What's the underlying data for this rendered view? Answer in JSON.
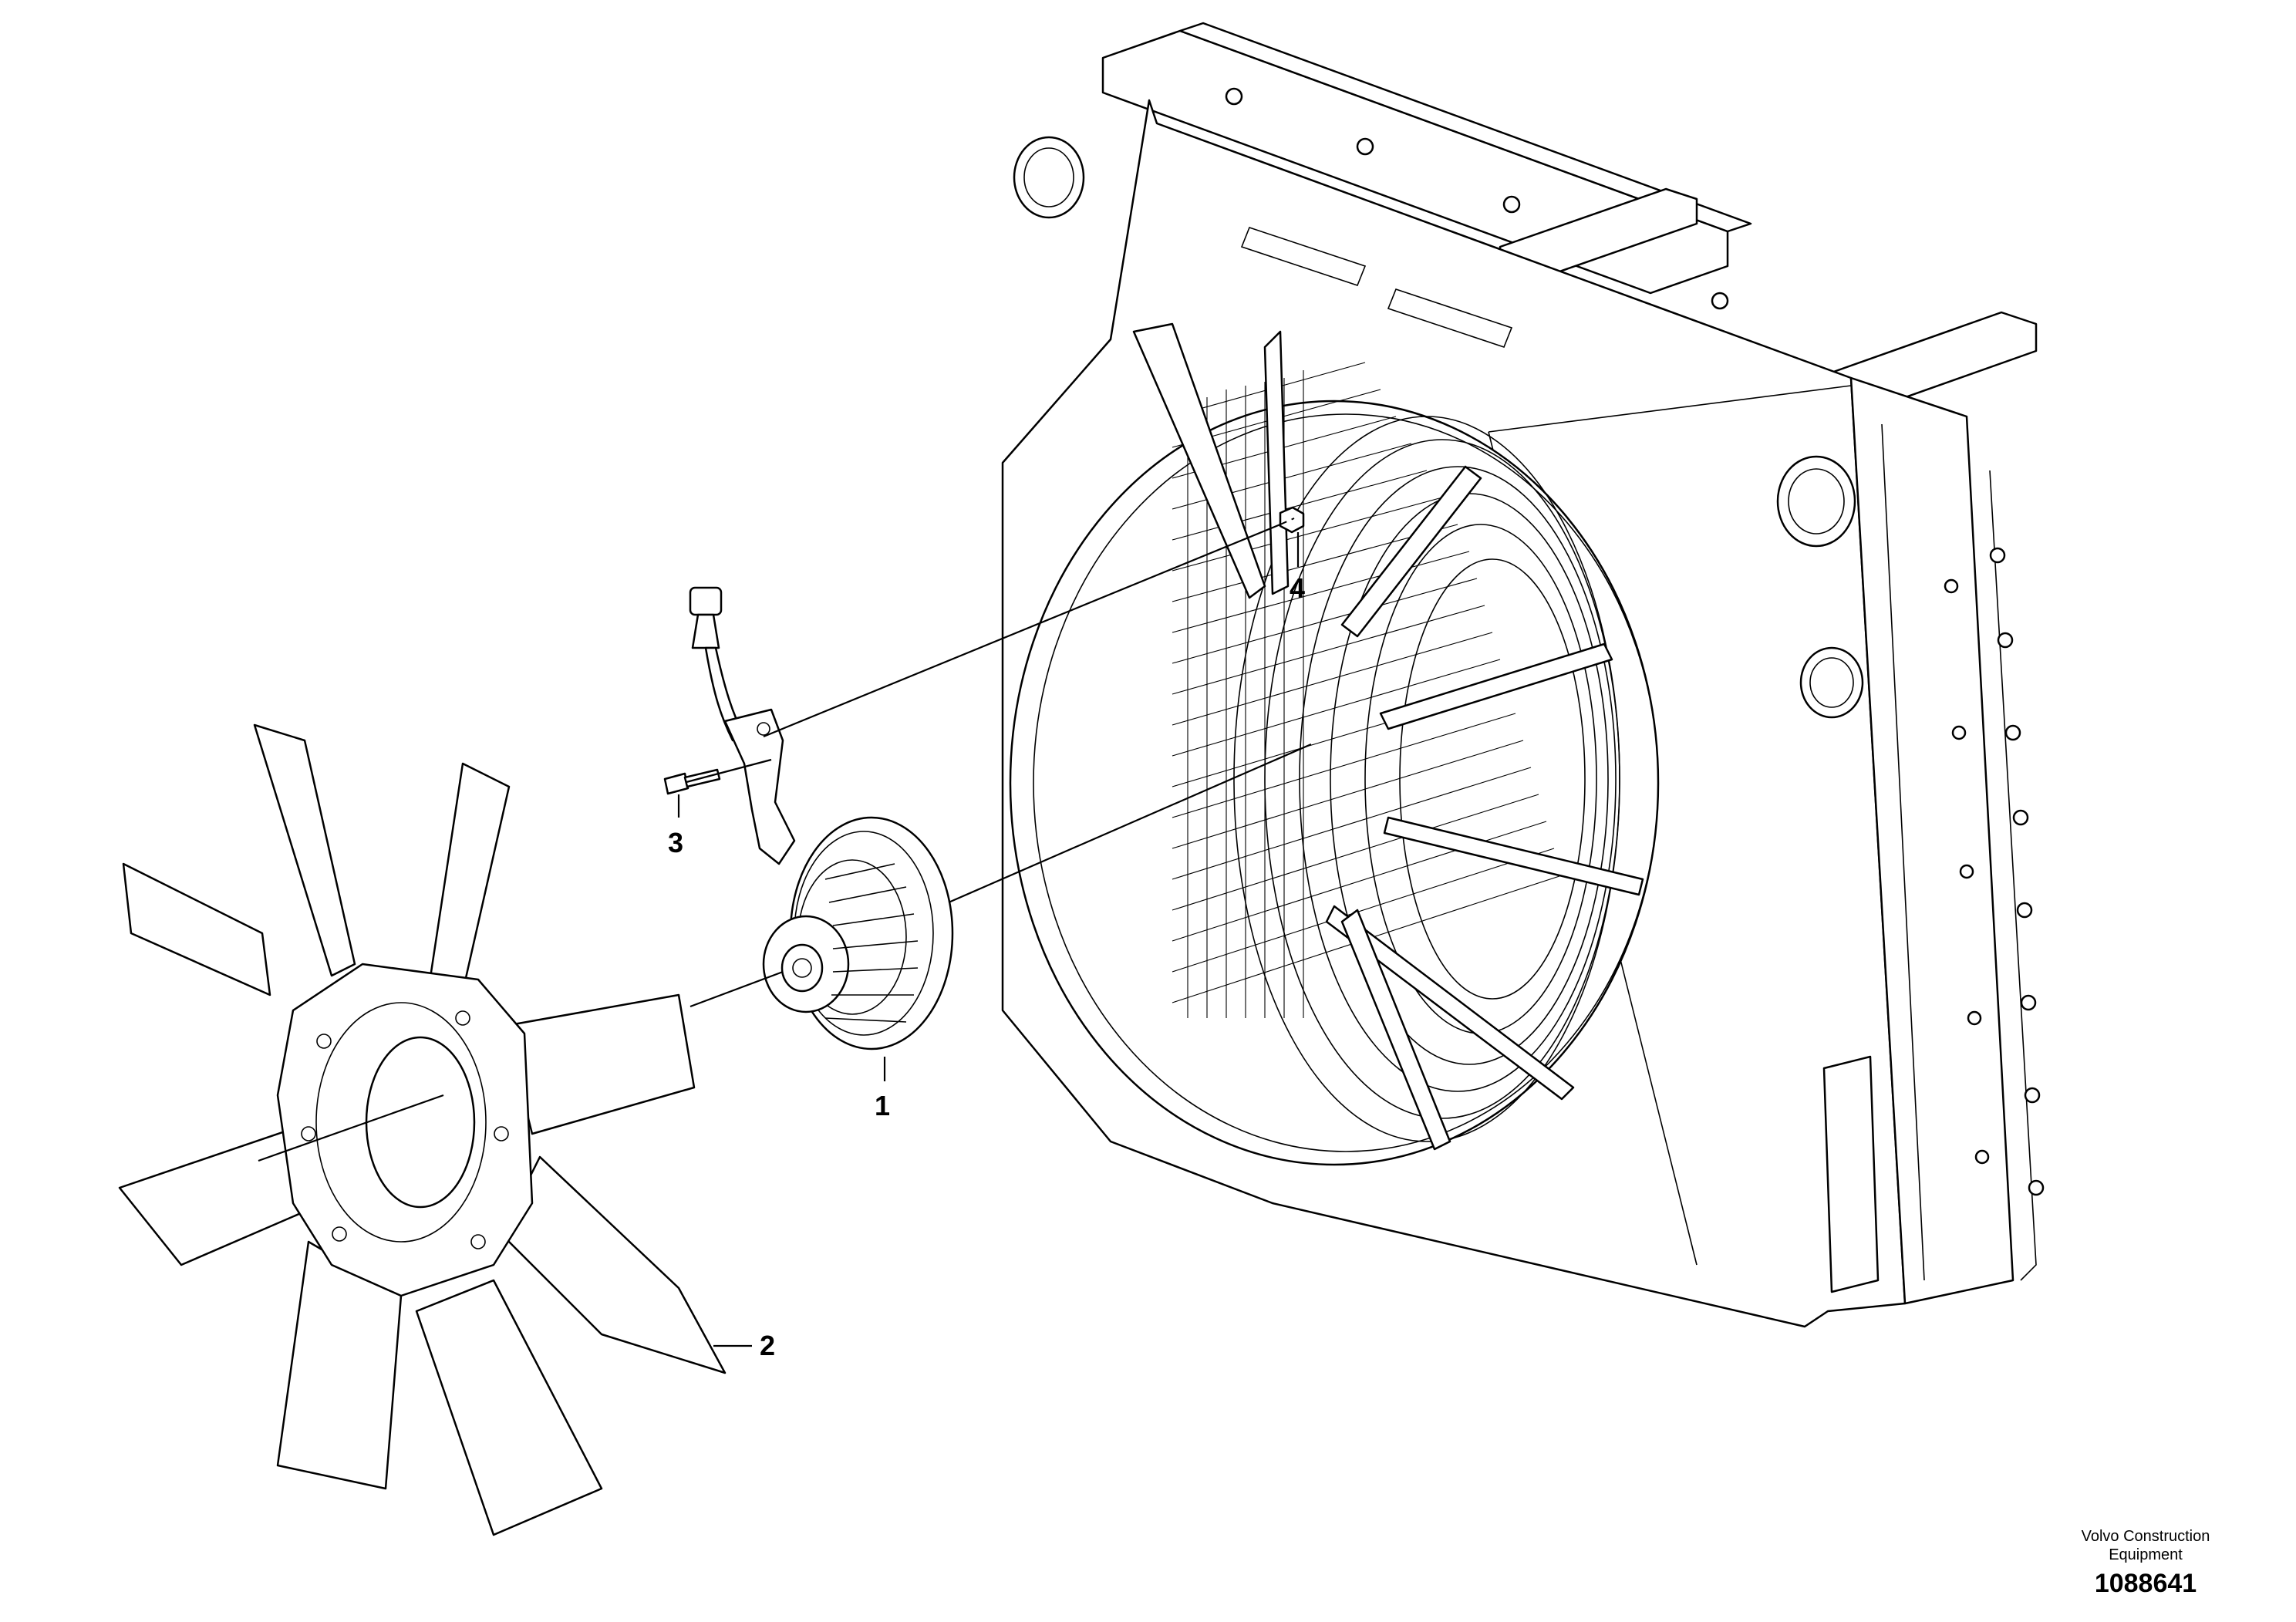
{
  "diagram": {
    "callouts": [
      {
        "id": "1",
        "label": "1"
      },
      {
        "id": "2",
        "label": "2"
      },
      {
        "id": "3",
        "label": "3"
      },
      {
        "id": "4",
        "label": "4"
      }
    ]
  },
  "footer": {
    "brand": "Volvo Construction Equipment",
    "document_number": "1088641"
  }
}
